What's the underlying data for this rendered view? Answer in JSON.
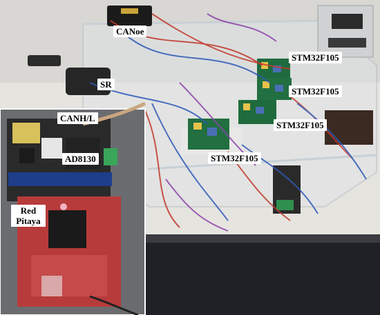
{
  "labels": {
    "canoe": "CANoe",
    "sr": "SR",
    "canhl": "CANH/L",
    "ad8130": "AD8130",
    "red_pitaya_line1": "Red",
    "red_pitaya_line2": "Pitaya",
    "stm_1": "STM32F105",
    "stm_2": "STM32F105",
    "stm_3": "STM32F105",
    "stm_4": "STM32F105"
  }
}
